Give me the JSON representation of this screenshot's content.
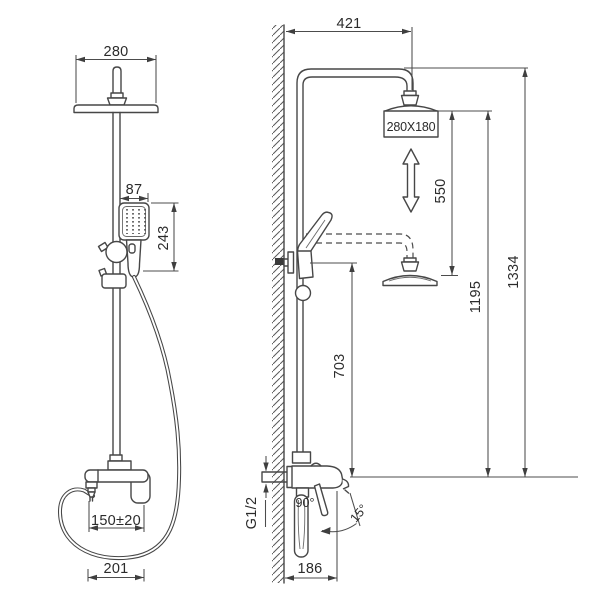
{
  "drawing": {
    "title": "shower-column-dimension-drawing",
    "front_view": {
      "head_width": "280",
      "hand_shower_width": "87",
      "hand_shower_length": "243",
      "spout_height_tolerance": "150±20",
      "base_width": "201"
    },
    "side_view": {
      "arm_reach": "421",
      "head_size": "280X180",
      "height_adjust_range": "550",
      "head_to_outlet_height": "1195",
      "total_height": "1334",
      "hand_shower_to_outlet": "703",
      "handle_swing_angle": "90°",
      "spout_swivel_angle": "15°",
      "inlet_thread": "G1/2",
      "spout_reach": "186"
    },
    "colors": {
      "line": "#474747",
      "dimension_line": "#4c4c4c",
      "text": "#2b2b2b",
      "background": "#ffffff"
    }
  }
}
